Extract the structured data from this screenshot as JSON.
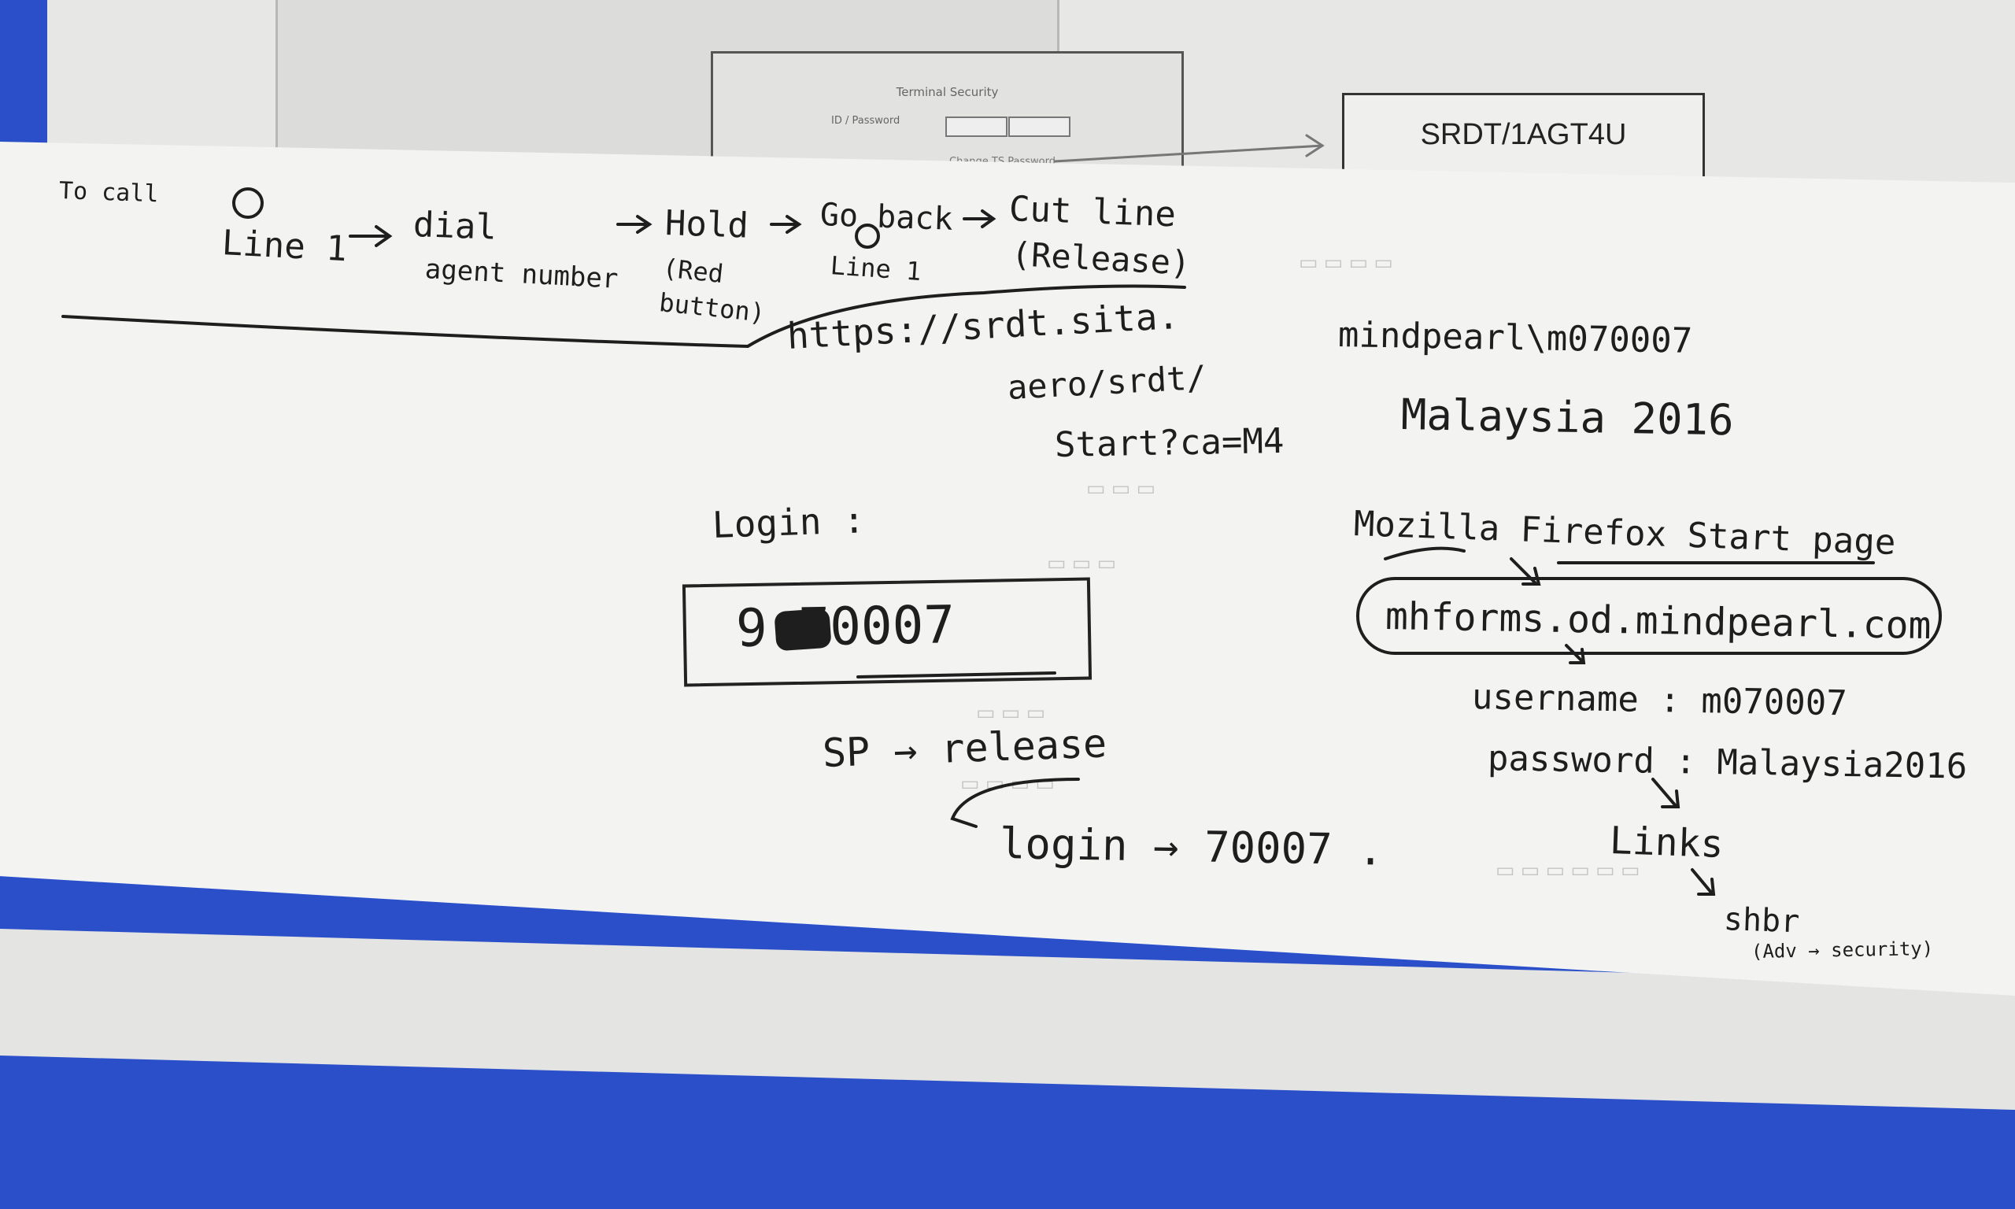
{
  "printout": {
    "dialog_title": "Terminal Security",
    "dialog_label": "ID / Password",
    "dialog_checkbox": "Change TS Password",
    "code_box": "SRDT/1AGT4U"
  },
  "note": {
    "to_call": "To call",
    "line1": "Line 1",
    "dial": "dial",
    "agent_number": "agent number",
    "hold": "Hold",
    "red_button": "(Red button)",
    "go_back": "Go back",
    "line1_again": "Line 1",
    "cut_line": "Cut line",
    "release": "(Release)",
    "url_1": "https://srdt.sita.",
    "url_2": "aero/srdt/",
    "url_3": "Start?ca=M4",
    "account": "mindpearl\\m070007",
    "account_pw": "Malaysia 2016",
    "login_label": "Login :",
    "login_value": "9 70007",
    "sp_release": "SP → release",
    "login_70007": "login → 70007 .",
    "firefox": "Mozilla Firefox Start page",
    "forms_url": "mhforms.od.mindpearl.com",
    "username": "username : m070007",
    "password": "password : Malaysia2016",
    "links": "Links",
    "shbr": "shbr",
    "adv_security": "(Adv → security)"
  },
  "ink_color": "#1e1e1e"
}
